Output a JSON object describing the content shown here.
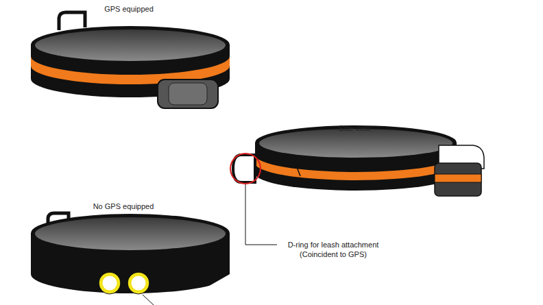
{
  "diagram": {
    "labels": [
      "GPS equipped",
      "Side view",
      "D-ring for leash attachment (Coincident to GPS)",
      "No GPS equipped"
    ]
  }
}
